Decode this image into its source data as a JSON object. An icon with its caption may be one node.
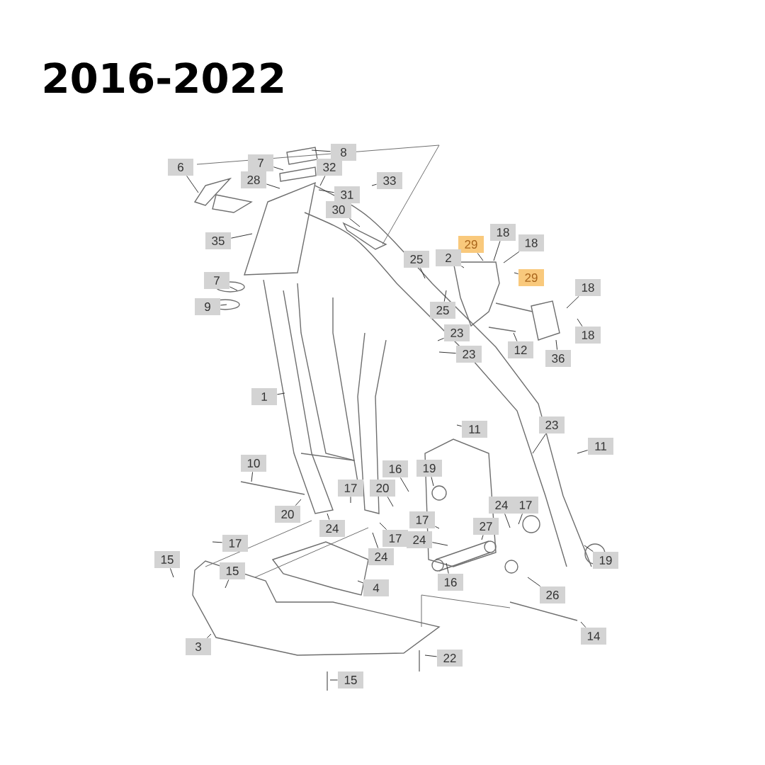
{
  "diagram": {
    "title": "2016-2022",
    "nodes": [
      {
        "text": [
          "6"
        ]
      },
      {
        "text": [
          "7"
        ]
      },
      {
        "text": [
          "8"
        ]
      },
      {
        "text": [
          "32"
        ]
      },
      {
        "text": [
          "28"
        ]
      },
      {
        "text": [
          "33"
        ]
      },
      {
        "text": [
          "31"
        ]
      },
      {
        "text": [
          "30"
        ]
      },
      {
        "text": [
          "35"
        ]
      },
      {
        "text": [
          "29"
        ]
      },
      {
        "text": [
          "18"
        ]
      },
      {
        "text": [
          "2"
        ]
      },
      {
        "text": [
          "18"
        ]
      },
      {
        "text": [
          "25"
        ]
      },
      {
        "text": [
          "29"
        ]
      },
      {
        "text": [
          "7"
        ]
      },
      {
        "text": [
          "18"
        ]
      },
      {
        "text": [
          "25"
        ]
      },
      {
        "text": [
          "9"
        ]
      },
      {
        "text": [
          "18"
        ]
      },
      {
        "text": [
          "23"
        ]
      },
      {
        "text": [
          "23"
        ]
      },
      {
        "text": [
          "12"
        ]
      },
      {
        "text": [
          "36"
        ]
      },
      {
        "text": [
          "1"
        ]
      },
      {
        "text": [
          "23"
        ]
      },
      {
        "text": [
          "11"
        ]
      },
      {
        "text": [
          "11"
        ]
      },
      {
        "text": [
          "10"
        ]
      },
      {
        "text": [
          "16"
        ]
      },
      {
        "text": [
          "19"
        ]
      },
      {
        "text": [
          "17"
        ]
      },
      {
        "text": [
          "20"
        ]
      },
      {
        "text": [
          "20"
        ]
      },
      {
        "text": [
          "24"
        ]
      },
      {
        "text": [
          "24"
        ]
      },
      {
        "text": [
          "17"
        ]
      },
      {
        "text": [
          "17"
        ]
      },
      {
        "text": [
          "27"
        ]
      },
      {
        "text": [
          "17"
        ]
      },
      {
        "text": [
          "24"
        ]
      },
      {
        "text": [
          "17"
        ]
      },
      {
        "text": [
          "24"
        ]
      },
      {
        "text": [
          "15"
        ]
      },
      {
        "text": [
          "19"
        ]
      },
      {
        "text": [
          "15"
        ]
      },
      {
        "text": [
          "4"
        ]
      },
      {
        "text": [
          "16"
        ]
      },
      {
        "text": [
          "26"
        ]
      },
      {
        "text": [
          "14"
        ]
      },
      {
        "text": [
          "3"
        ]
      },
      {
        "text": [
          "22"
        ]
      },
      {
        "text": [
          "15"
        ]
      }
    ],
    "edges": [
      {
        "from": 0,
        "to": null,
        "arrow": "none"
      },
      {
        "from": 1,
        "to": null,
        "arrow": "none"
      },
      {
        "from": 2,
        "to": null,
        "arrow": "none"
      },
      {
        "from": 3,
        "to": null,
        "arrow": "none"
      },
      {
        "from": 4,
        "to": null,
        "arrow": "none"
      },
      {
        "from": 5,
        "to": null,
        "arrow": "none"
      },
      {
        "from": 6,
        "to": null,
        "arrow": "none"
      },
      {
        "from": 7,
        "to": null,
        "arrow": "none"
      },
      {
        "from": 8,
        "to": null,
        "arrow": "none"
      },
      {
        "from": 9,
        "to": null,
        "arrow": "none"
      },
      {
        "from": 10,
        "to": null,
        "arrow": "none"
      },
      {
        "from": 11,
        "to": null,
        "arrow": "none"
      },
      {
        "from": 12,
        "to": null,
        "arrow": "none"
      },
      {
        "from": 13,
        "to": null,
        "arrow": "none"
      },
      {
        "from": 14,
        "to": null,
        "arrow": "none"
      },
      {
        "from": 15,
        "to": null,
        "arrow": "none"
      },
      {
        "from": 16,
        "to": null,
        "arrow": "none"
      },
      {
        "from": 17,
        "to": null,
        "arrow": "none"
      },
      {
        "from": 18,
        "to": null,
        "arrow": "none"
      },
      {
        "from": 19,
        "to": null,
        "arrow": "none"
      },
      {
        "from": 20,
        "to": null,
        "arrow": "none"
      },
      {
        "from": 21,
        "to": null,
        "arrow": "none"
      },
      {
        "from": 22,
        "to": null,
        "arrow": "none"
      },
      {
        "from": 23,
        "to": null,
        "arrow": "none"
      },
      {
        "from": 24,
        "to": null,
        "arrow": "none"
      },
      {
        "from": 25,
        "to": null,
        "arrow": "none"
      },
      {
        "from": 26,
        "to": null,
        "arrow": "none"
      },
      {
        "from": 27,
        "to": null,
        "arrow": "none"
      },
      {
        "from": 28,
        "to": null,
        "arrow": "none"
      },
      {
        "from": 29,
        "to": null,
        "arrow": "none"
      },
      {
        "from": 30,
        "to": null,
        "arrow": "none"
      },
      {
        "from": 31,
        "to": null,
        "arrow": "none"
      },
      {
        "from": 32,
        "to": null,
        "arrow": "none"
      },
      {
        "from": 33,
        "to": null,
        "arrow": "none"
      },
      {
        "from": 34,
        "to": null,
        "arrow": "none"
      },
      {
        "from": 35,
        "to": null,
        "arrow": "none"
      },
      {
        "from": 36,
        "to": null,
        "arrow": "none"
      },
      {
        "from": 37,
        "to": null,
        "arrow": "none"
      },
      {
        "from": 38,
        "to": null,
        "arrow": "none"
      },
      {
        "from": 39,
        "to": null,
        "arrow": "none"
      },
      {
        "from": 40,
        "to": null,
        "arrow": "none"
      },
      {
        "from": 41,
        "to": null,
        "arrow": "none"
      },
      {
        "from": 42,
        "to": null,
        "arrow": "none"
      },
      {
        "from": 43,
        "to": null,
        "arrow": "none"
      },
      {
        "from": 44,
        "to": null,
        "arrow": "none"
      },
      {
        "from": 45,
        "to": null,
        "arrow": "none"
      },
      {
        "from": 46,
        "to": null,
        "arrow": "none"
      },
      {
        "from": 47,
        "to": null,
        "arrow": "none"
      },
      {
        "from": 48,
        "to": null,
        "arrow": "none"
      },
      {
        "from": 49,
        "to": null,
        "arrow": "none"
      },
      {
        "from": 50,
        "to": null,
        "arrow": "none"
      },
      {
        "from": 51,
        "to": null,
        "arrow": "none"
      },
      {
        "from": 52,
        "to": null,
        "arrow": "none"
      }
    ]
  }
}
